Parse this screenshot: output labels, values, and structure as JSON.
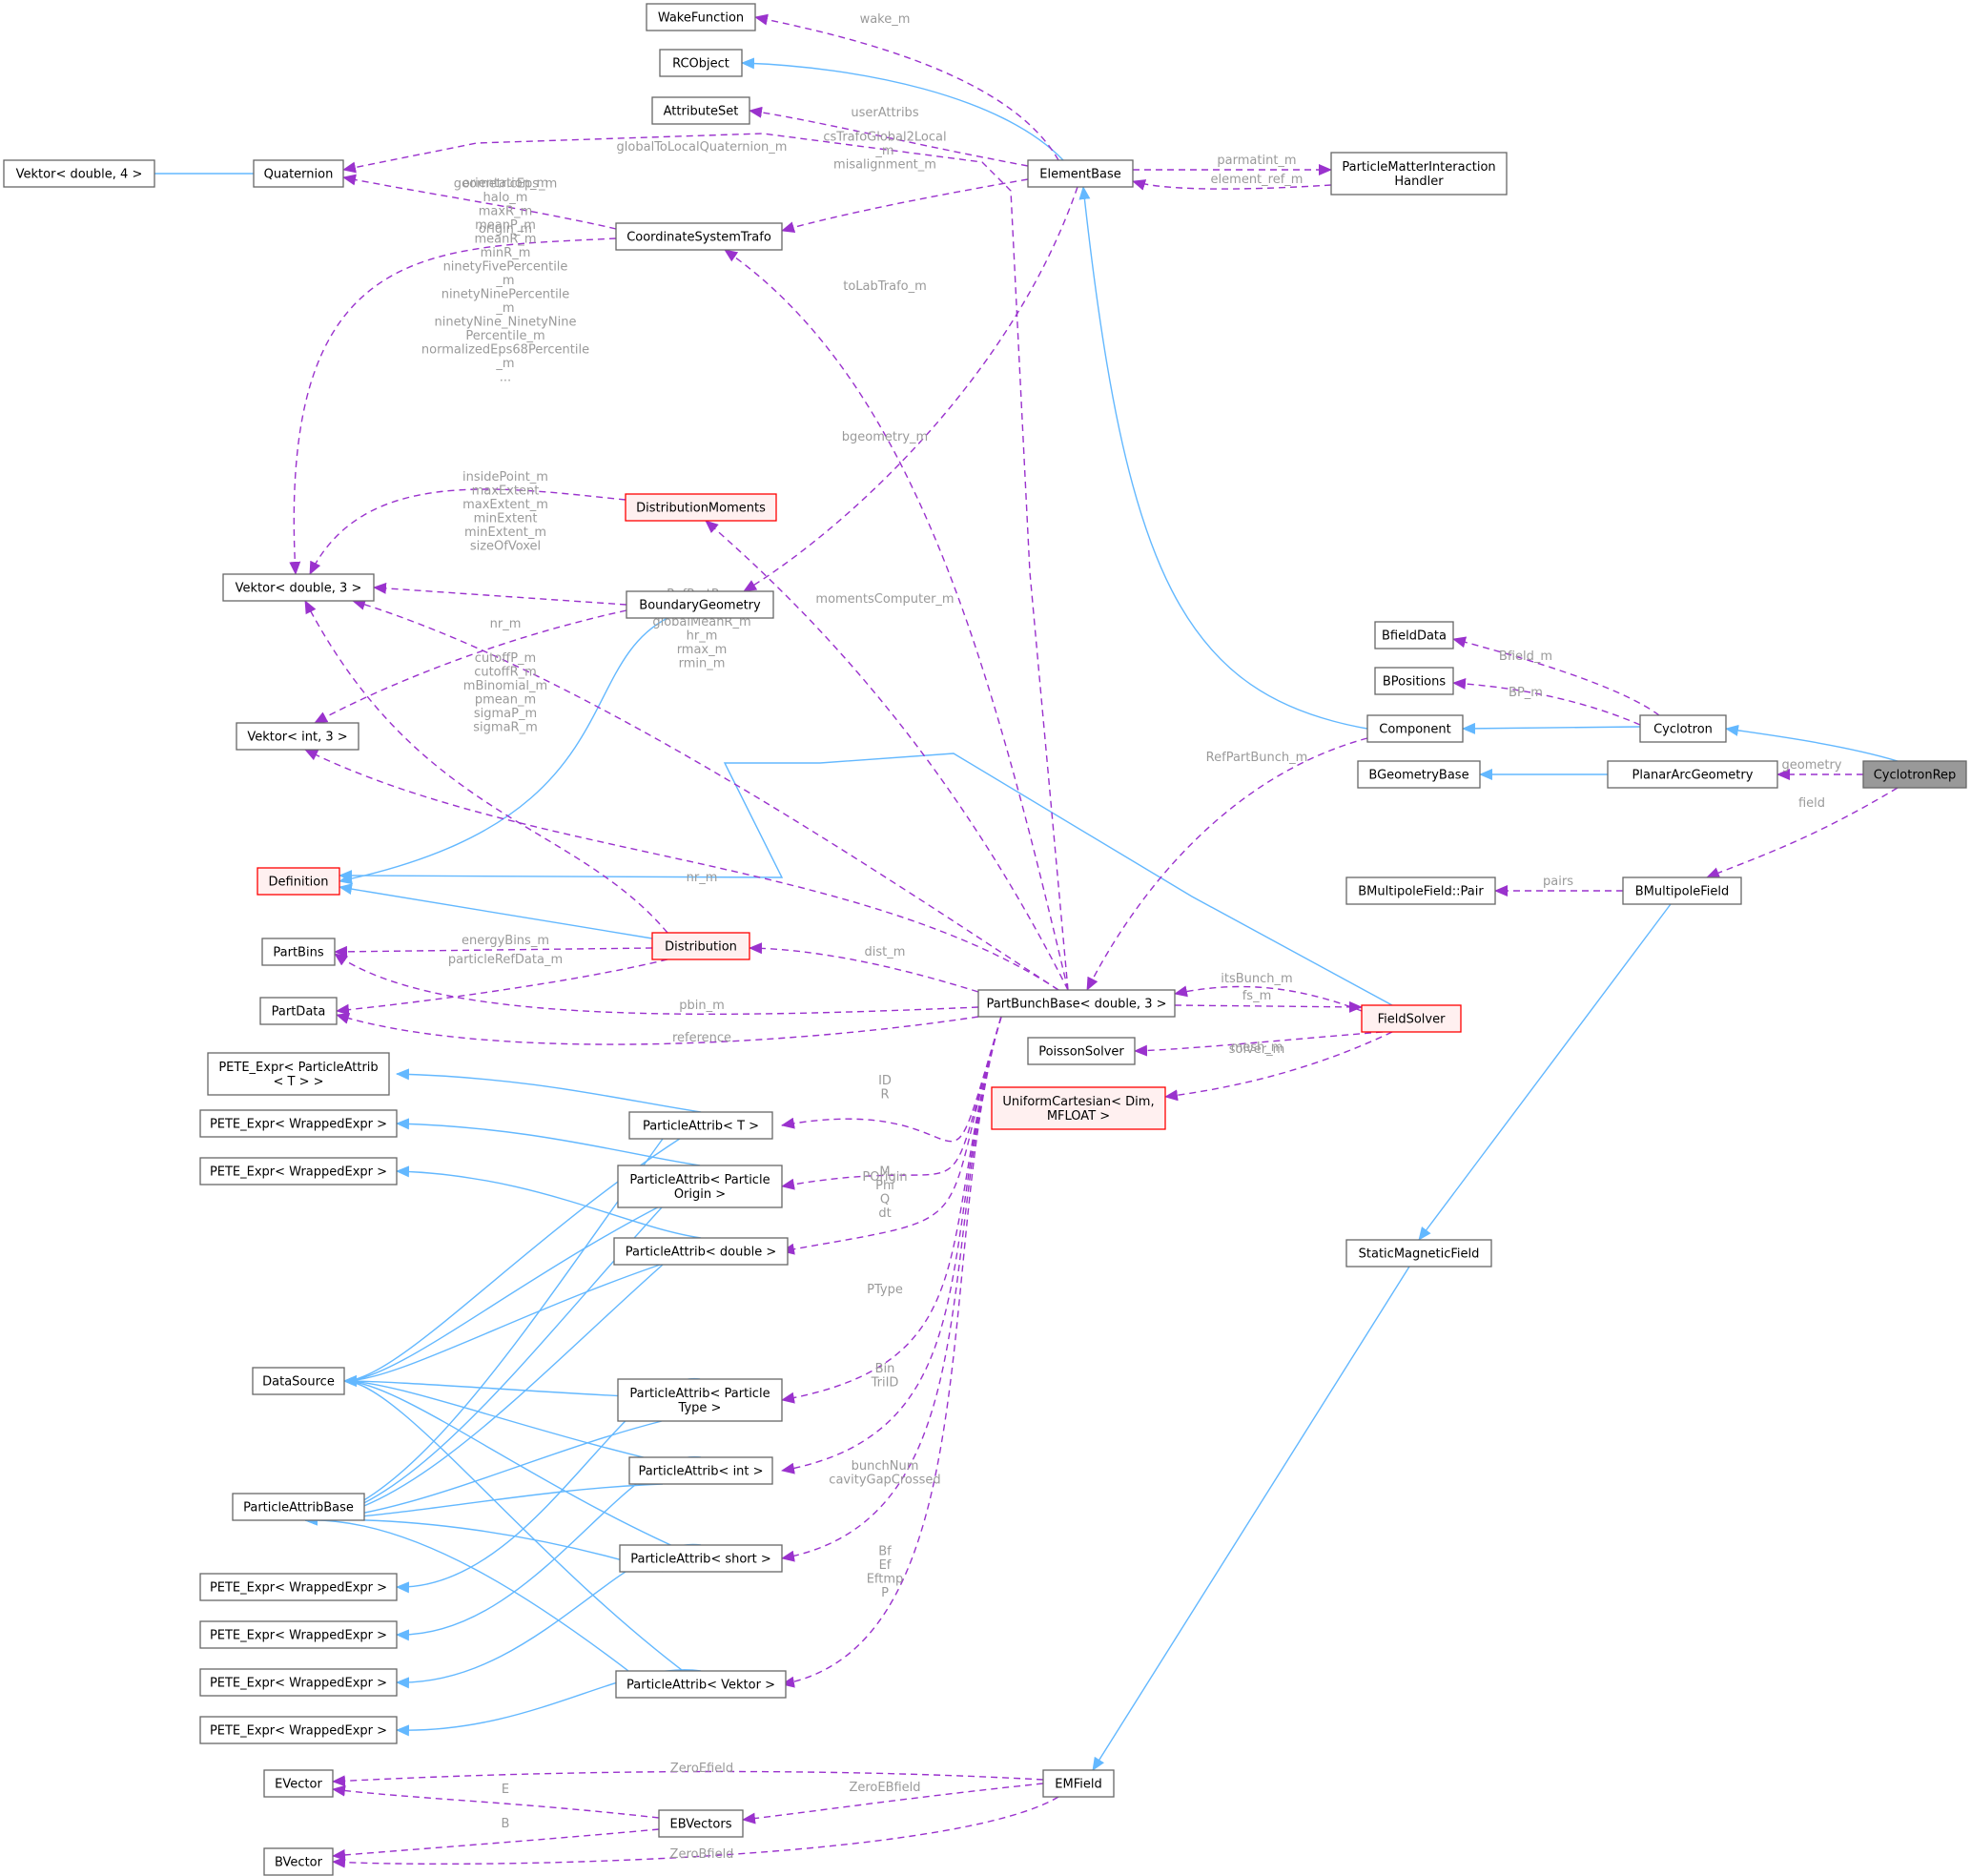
{
  "colors": {
    "inheritance_edge": "#63b8ff",
    "usage_edge": "#9a32cd",
    "node_border": "#666666",
    "error_node_border": "#ff0000",
    "error_node_fill": "#fff0f0",
    "focus_node_fill": "#999999",
    "edge_label": "#9a9a9a"
  },
  "nodes": [
    {
      "id": "WakeFunction",
      "lines": [
        "WakeFunction"
      ]
    },
    {
      "id": "RCObject",
      "lines": [
        "RCObject"
      ]
    },
    {
      "id": "AttributeSet",
      "lines": [
        "AttributeSet"
      ]
    },
    {
      "id": "VektorD4",
      "lines": [
        "Vektor< double, 4 >"
      ]
    },
    {
      "id": "Quaternion",
      "lines": [
        "Quaternion"
      ]
    },
    {
      "id": "ElementBase",
      "lines": [
        "ElementBase"
      ]
    },
    {
      "id": "PMIH",
      "lines": [
        "ParticleMatterInteraction",
        "Handler"
      ]
    },
    {
      "id": "CST",
      "lines": [
        "CoordinateSystemTrafo"
      ]
    },
    {
      "id": "DistributionMoments",
      "lines": [
        "DistributionMoments"
      ],
      "style": "red"
    },
    {
      "id": "VektorD3",
      "lines": [
        "Vektor< double, 3 >"
      ]
    },
    {
      "id": "BoundaryGeometry",
      "lines": [
        "BoundaryGeometry"
      ]
    },
    {
      "id": "BfieldData",
      "lines": [
        "BfieldData"
      ]
    },
    {
      "id": "BPositions",
      "lines": [
        "BPositions"
      ]
    },
    {
      "id": "Component",
      "lines": [
        "Component"
      ]
    },
    {
      "id": "Cyclotron",
      "lines": [
        "Cyclotron"
      ]
    },
    {
      "id": "VektorI3",
      "lines": [
        "Vektor< int, 3 >"
      ]
    },
    {
      "id": "BGeometryBase",
      "lines": [
        "BGeometryBase"
      ]
    },
    {
      "id": "PlanarArcGeometry",
      "lines": [
        "PlanarArcGeometry"
      ]
    },
    {
      "id": "CyclotronRep",
      "lines": [
        "CyclotronRep"
      ],
      "style": "gray"
    },
    {
      "id": "Definition",
      "lines": [
        "Definition"
      ],
      "style": "red"
    },
    {
      "id": "BMFPair",
      "lines": [
        "BMultipoleField::Pair"
      ]
    },
    {
      "id": "BMultipoleField",
      "lines": [
        "BMultipoleField"
      ]
    },
    {
      "id": "PartBins",
      "lines": [
        "PartBins"
      ]
    },
    {
      "id": "Distribution",
      "lines": [
        "Distribution"
      ],
      "style": "red"
    },
    {
      "id": "PartData",
      "lines": [
        "PartData"
      ]
    },
    {
      "id": "PartBunchBase",
      "lines": [
        "PartBunchBase< double, 3 >"
      ]
    },
    {
      "id": "FieldSolver",
      "lines": [
        "FieldSolver"
      ],
      "style": "red"
    },
    {
      "id": "PoissonSolver",
      "lines": [
        "PoissonSolver"
      ]
    },
    {
      "id": "UniformCartesian",
      "lines": [
        "UniformCartesian< Dim,",
        "MFLOAT >"
      ],
      "style": "red"
    },
    {
      "id": "PETE_PA",
      "lines": [
        "PETE_Expr< ParticleAttrib",
        "< T > >"
      ]
    },
    {
      "id": "PA_T",
      "lines": [
        "ParticleAttrib< T >"
      ]
    },
    {
      "id": "PETE_W1",
      "lines": [
        "PETE_Expr< WrappedExpr >"
      ]
    },
    {
      "id": "PA_Origin",
      "lines": [
        "ParticleAttrib< Particle",
        "Origin >"
      ]
    },
    {
      "id": "PETE_W2",
      "lines": [
        "PETE_Expr< WrappedExpr >"
      ]
    },
    {
      "id": "PA_double",
      "lines": [
        "ParticleAttrib< double >"
      ]
    },
    {
      "id": "StaticMagneticField",
      "lines": [
        "StaticMagneticField"
      ]
    },
    {
      "id": "DataSource",
      "lines": [
        "DataSource"
      ]
    },
    {
      "id": "PA_Type",
      "lines": [
        "ParticleAttrib< Particle",
        "Type >"
      ]
    },
    {
      "id": "PA_int",
      "lines": [
        "ParticleAttrib< int >"
      ]
    },
    {
      "id": "ParticleAttribBase",
      "lines": [
        "ParticleAttribBase"
      ]
    },
    {
      "id": "PA_short",
      "lines": [
        "ParticleAttrib< short >"
      ]
    },
    {
      "id": "PETE_W3",
      "lines": [
        "PETE_Expr< WrappedExpr >"
      ]
    },
    {
      "id": "PETE_W4",
      "lines": [
        "PETE_Expr< WrappedExpr >"
      ]
    },
    {
      "id": "PETE_W5",
      "lines": [
        "PETE_Expr< WrappedExpr >"
      ]
    },
    {
      "id": "PA_Vektor",
      "lines": [
        "ParticleAttrib< Vektor >"
      ]
    },
    {
      "id": "PETE_W6",
      "lines": [
        "PETE_Expr< WrappedExpr >"
      ]
    },
    {
      "id": "EVector",
      "lines": [
        "EVector"
      ]
    },
    {
      "id": "EMField",
      "lines": [
        "EMField"
      ]
    },
    {
      "id": "EBVectors",
      "lines": [
        "EBVectors"
      ]
    },
    {
      "id": "BVector",
      "lines": [
        "BVector"
      ]
    }
  ],
  "inheritance_edges": [
    {
      "from": "ElementBase",
      "to": "RCObject"
    },
    {
      "from": "Quaternion",
      "to": "VektorD4"
    },
    {
      "from": "Component",
      "to": "ElementBase"
    },
    {
      "from": "Cyclotron",
      "to": "Component"
    },
    {
      "from": "CyclotronRep",
      "to": "Cyclotron"
    },
    {
      "from": "PlanarArcGeometry",
      "to": "BGeometryBase"
    },
    {
      "from": "BoundaryGeometry",
      "to": "Definition"
    },
    {
      "from": "Distribution",
      "to": "Definition"
    },
    {
      "from": "FieldSolver",
      "to": "Definition"
    },
    {
      "from": "StaticMagneticField",
      "to": "BMultipoleField"
    },
    {
      "from": "EMField",
      "to": "StaticMagneticField"
    },
    {
      "from": "PA_T",
      "to": "PETE_PA"
    },
    {
      "from": "PA_Origin",
      "to": "PETE_W1"
    },
    {
      "from": "PA_double",
      "to": "PETE_W2"
    },
    {
      "from": "PA_Type",
      "to": "PETE_W3"
    },
    {
      "from": "PA_int",
      "to": "PETE_W4"
    },
    {
      "from": "PA_short",
      "to": "PETE_W5"
    },
    {
      "from": "PA_Vektor",
      "to": "PETE_W6"
    },
    {
      "from": "PA_T",
      "to": "DataSource"
    },
    {
      "from": "PA_Origin",
      "to": "DataSource"
    },
    {
      "from": "PA_double",
      "to": "DataSource"
    },
    {
      "from": "PA_Type",
      "to": "DataSource"
    },
    {
      "from": "PA_int",
      "to": "DataSource"
    },
    {
      "from": "PA_short",
      "to": "DataSource"
    },
    {
      "from": "PA_Vektor",
      "to": "DataSource"
    },
    {
      "from": "PA_T",
      "to": "ParticleAttribBase"
    },
    {
      "from": "PA_Origin",
      "to": "ParticleAttribBase"
    },
    {
      "from": "PA_double",
      "to": "ParticleAttribBase"
    },
    {
      "from": "PA_Type",
      "to": "ParticleAttribBase"
    },
    {
      "from": "PA_int",
      "to": "ParticleAttribBase"
    },
    {
      "from": "PA_short",
      "to": "ParticleAttribBase"
    },
    {
      "from": "PA_Vektor",
      "to": "ParticleAttribBase"
    }
  ],
  "usage_edges": [
    {
      "from": "ElementBase",
      "to": "WakeFunction",
      "label": [
        "wake_m"
      ]
    },
    {
      "from": "ElementBase",
      "to": "AttributeSet",
      "label": [
        "userAttribs"
      ]
    },
    {
      "from": "ElementBase",
      "to": "Quaternion",
      "label": [
        "globalToLocalQuaternion_m"
      ]
    },
    {
      "from": "ElementBase",
      "to": "PMIH",
      "label": [
        "parmatint_m"
      ]
    },
    {
      "from": "PMIH",
      "to": "ElementBase",
      "label": [
        "element_ref_m"
      ]
    },
    {
      "from": "ElementBase",
      "to": "CST",
      "label": [
        "csTrafoGlobal2Local",
        "_m",
        "misalignment_m"
      ]
    },
    {
      "from": "ElementBase",
      "to": "BoundaryGeometry",
      "label": [
        "bgeometry_m"
      ]
    },
    {
      "from": "CST",
      "to": "Quaternion",
      "label": [
        "orientation_m"
      ]
    },
    {
      "from": "CST",
      "to": "VektorD3",
      "label": [
        "origin_m"
      ]
    },
    {
      "from": "DistributionMoments",
      "to": "VektorD3",
      "label": [
        "geometricEps_m",
        "halo_m",
        "maxR_m",
        "meanP_m",
        "meanR_m",
        "minR_m",
        "ninetyFivePercentile",
        "_m",
        "ninetyNinePercentile",
        "_m",
        "ninetyNine_NinetyNine",
        "Percentile_m",
        "normalizedEps68Percentile",
        "_m",
        "..."
      ]
    },
    {
      "from": "BoundaryGeometry",
      "to": "VektorD3",
      "label": [
        "insidePoint_m",
        "maxExtent",
        "maxExtent_m",
        "minExtent",
        "minExtent_m",
        "sizeOfVoxel"
      ]
    },
    {
      "from": "BoundaryGeometry",
      "to": "VektorI3",
      "label": [
        "nr_m"
      ]
    },
    {
      "from": "Distribution",
      "to": "VektorD3",
      "label": [
        "cutoffP_m",
        "cutoffR_m",
        "mBinomial_m",
        "pmean_m",
        "sigmaP_m",
        "sigmaR_m"
      ]
    },
    {
      "from": "PartBunchBase",
      "to": "VektorD3",
      "label": [
        "RefPartP_m",
        "RefPartR_m",
        "globalMeanR_m",
        "hr_m",
        "rmax_m",
        "rmin_m"
      ]
    },
    {
      "from": "PartBunchBase",
      "to": "CST",
      "label": [
        "toLabTrafo_m"
      ]
    },
    {
      "from": "PartBunchBase",
      "to": "DistributionMoments",
      "label": [
        "momentsComputer_m"
      ]
    },
    {
      "from": "PartBunchBase",
      "to": "VektorI3",
      "label": [
        "nr_m"
      ]
    },
    {
      "from": "PartBunchBase",
      "to": "Distribution",
      "label": [
        "dist_m"
      ]
    },
    {
      "from": "PartBunchBase",
      "to": "PartBins",
      "label": [
        "pbin_m"
      ]
    },
    {
      "from": "PartBunchBase",
      "to": "PartData",
      "label": [
        "reference"
      ]
    },
    {
      "from": "PartBunchBase",
      "to": "FieldSolver",
      "label": [
        "fs_m"
      ]
    },
    {
      "from": "FieldSolver",
      "to": "PartBunchBase",
      "label": [
        "itsBunch_m"
      ]
    },
    {
      "from": "FieldSolver",
      "to": "PoissonSolver",
      "label": [
        "solver_m"
      ]
    },
    {
      "from": "FieldSolver",
      "to": "UniformCartesian",
      "label": [
        "mesh_m"
      ]
    },
    {
      "from": "Distribution",
      "to": "PartBins",
      "label": [
        "energyBins_m"
      ]
    },
    {
      "from": "Distribution",
      "to": "PartData",
      "label": [
        "particleRefData_m"
      ]
    },
    {
      "from": "Cyclotron",
      "to": "BfieldData",
      "label": [
        "Bfield_m"
      ]
    },
    {
      "from": "Cyclotron",
      "to": "BPositions",
      "label": [
        "BP_m"
      ]
    },
    {
      "from": "Component",
      "to": "PartBunchBase",
      "label": [
        "RefPartBunch_m"
      ]
    },
    {
      "from": "CyclotronRep",
      "to": "PlanarArcGeometry",
      "label": [
        "geometry"
      ]
    },
    {
      "from": "CyclotronRep",
      "to": "BMultipoleField",
      "label": [
        "field"
      ]
    },
    {
      "from": "BMultipoleField",
      "to": "BMFPair",
      "label": [
        "pairs"
      ]
    },
    {
      "from": "PartBunchBase",
      "to": "PA_T",
      "label": [
        "ID",
        "R"
      ]
    },
    {
      "from": "PartBunchBase",
      "to": "PA_Origin",
      "label": [
        "POrigin"
      ]
    },
    {
      "from": "PartBunchBase",
      "to": "PA_double",
      "label": [
        "M",
        "Phi",
        "Q",
        "dt"
      ]
    },
    {
      "from": "PartBunchBase",
      "to": "PA_Type",
      "label": [
        "PType"
      ]
    },
    {
      "from": "PartBunchBase",
      "to": "PA_int",
      "label": [
        "Bin",
        "TriID"
      ]
    },
    {
      "from": "PartBunchBase",
      "to": "PA_short",
      "label": [
        "bunchNum",
        "cavityGapCrossed"
      ]
    },
    {
      "from": "PartBunchBase",
      "to": "PA_Vektor",
      "label": [
        "Bf",
        "Ef",
        "Eftmp",
        "P"
      ]
    },
    {
      "from": "EMField",
      "to": "EVector",
      "label": [
        "ZeroEfield"
      ]
    },
    {
      "from": "EMField",
      "to": "EBVectors",
      "label": [
        "ZeroEBfield"
      ]
    },
    {
      "from": "EMField",
      "to": "BVector",
      "label": [
        "ZeroBfield"
      ]
    },
    {
      "from": "EBVectors",
      "to": "EVector",
      "label": [
        "E"
      ]
    },
    {
      "from": "EBVectors",
      "to": "BVector",
      "label": [
        "B"
      ]
    }
  ]
}
